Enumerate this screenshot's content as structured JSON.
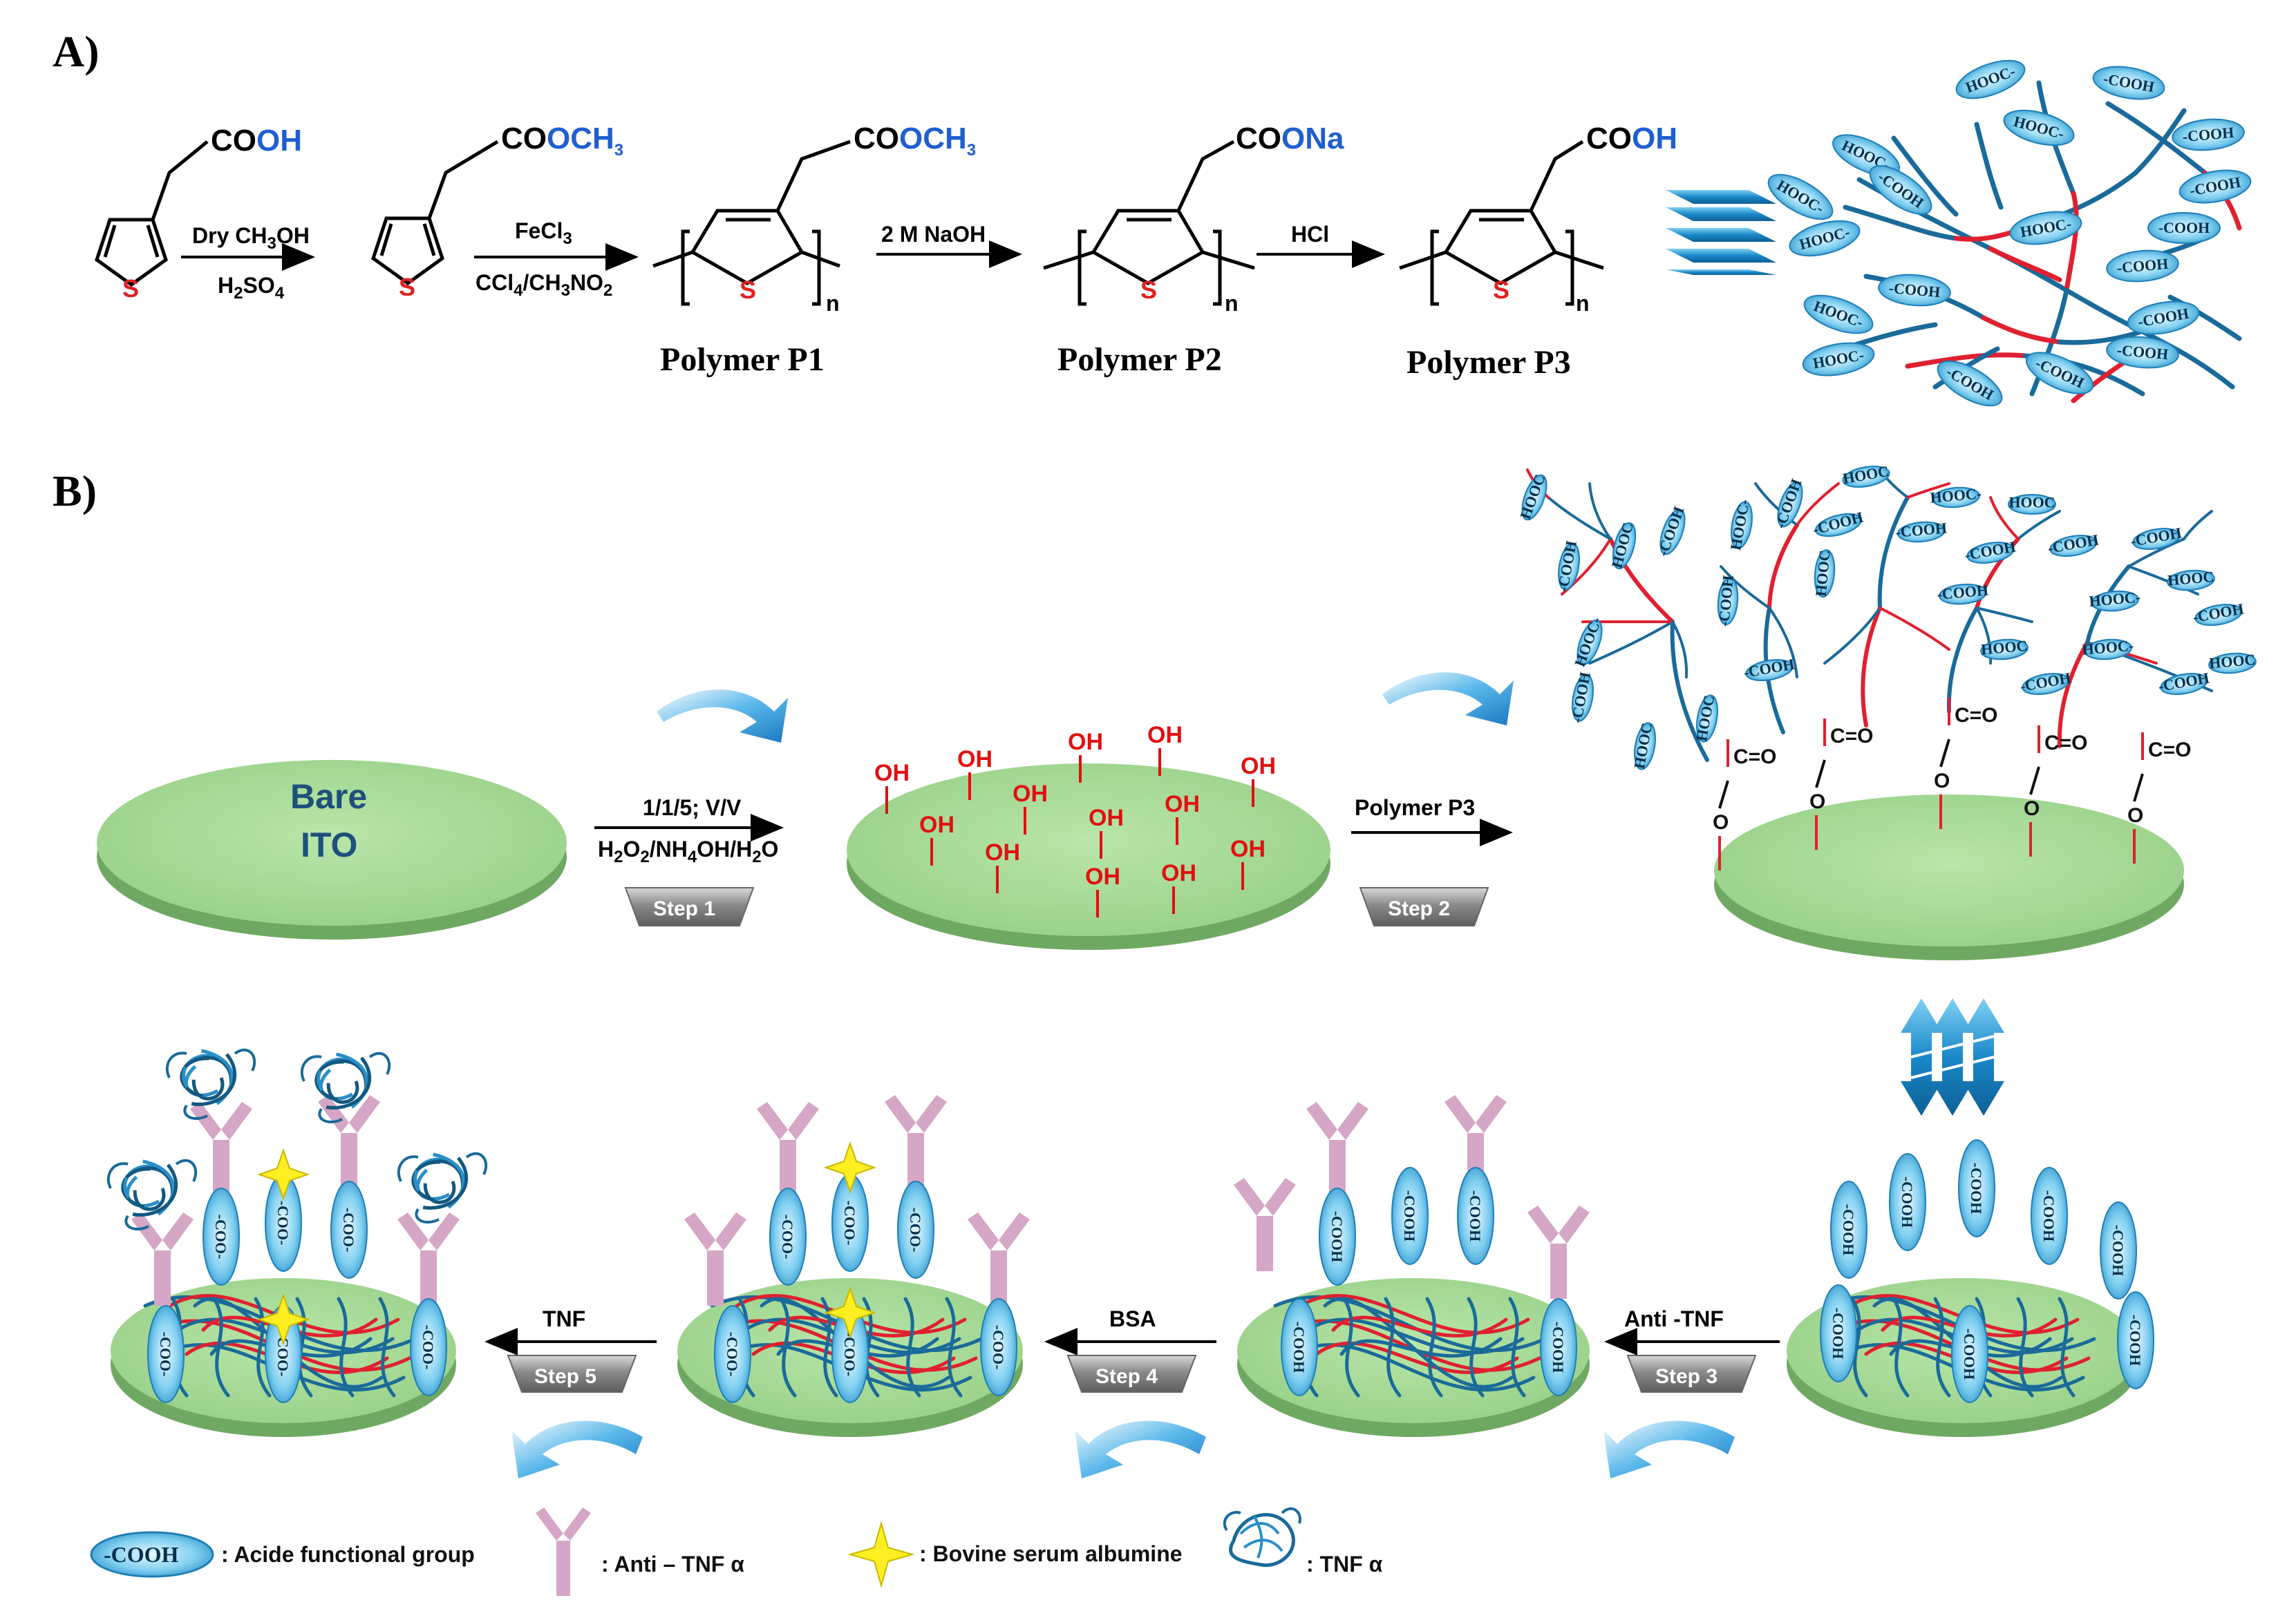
{
  "panels": {
    "a": "A)",
    "b": "B)"
  },
  "scheme_a": {
    "monomer_group": [
      "CO",
      "OH"
    ],
    "ester_group": [
      "CO",
      "OCH",
      "3"
    ],
    "p1_group": [
      "CO",
      "OCH",
      "3"
    ],
    "p2_group": [
      "CO",
      "ONa"
    ],
    "p3_group": [
      "CO",
      "OH"
    ],
    "sulfur": "S",
    "n": "n",
    "arrow1_top": [
      "Dry CH",
      "3",
      "OH"
    ],
    "arrow1_bottom": [
      "H",
      "2",
      "SO",
      "4"
    ],
    "arrow2_top": [
      "FeCl",
      "3"
    ],
    "arrow2_bottom": [
      "CCl",
      "4",
      "/CH",
      "3",
      "NO",
      "2"
    ],
    "arrow3_top": "2 M NaOH",
    "arrow4_top": "HCl",
    "polymer_labels": [
      "Polymer P1",
      "Polymer P2",
      "Polymer P3"
    ],
    "network_groups": [
      "HOOC-",
      "HOOC-",
      "HOOC-",
      "-COOH",
      "-COOH",
      "HOOC-",
      "-COOH",
      "-COOH",
      "HOOC-",
      "-COOH",
      "HOOC-",
      "-COOH",
      "-COOH",
      "HOOC-",
      "-COOH",
      "-COOH",
      "-COOH",
      "HOOC-",
      "-COOH"
    ]
  },
  "scheme_b": {
    "bare_ito": [
      "Bare",
      "ITO"
    ],
    "step1_top": "1/1/5; V/V",
    "step1_bottom": [
      "H",
      "2",
      "O",
      "2",
      "/NH",
      "4",
      "OH/H",
      "2",
      "O"
    ],
    "step1": "Step 1",
    "oh_label": "OH",
    "step2_top": "Polymer P3",
    "step2": "Step 2",
    "ester_link": "C=O",
    "step3_top": "Anti -TNF",
    "step3": "Step 3",
    "step4_top": "BSA",
    "step4": "Step 4",
    "step5_top": "TNF",
    "step5": "Step 5",
    "cooh": "-COOH",
    "coo": "-COO-",
    "tree_groups": [
      "HOOC",
      "-COOH",
      "HOOC-",
      "-COOH",
      "HOOC",
      "-COOH"
    ]
  },
  "legend": {
    "acid_symbol": "-COOH",
    "acid_text": ": Acide functional group",
    "anti_text": ": Anti – TNF α",
    "bsa_text": ": Bovine serum albumine",
    "tnf_text": ": TNF α"
  },
  "colors": {
    "disk_top": "#a8dc98",
    "disk_side": "#6fa862",
    "polymer_blue": "#1a6a9a",
    "polymer_red": "#e02030",
    "antibody": "#d6a6c6",
    "bsa_star": "#ffee22",
    "oval_blue": "#6cc4ec",
    "arrow_blue": "#2a9ad8",
    "step_grey": "#8a8a8a"
  }
}
